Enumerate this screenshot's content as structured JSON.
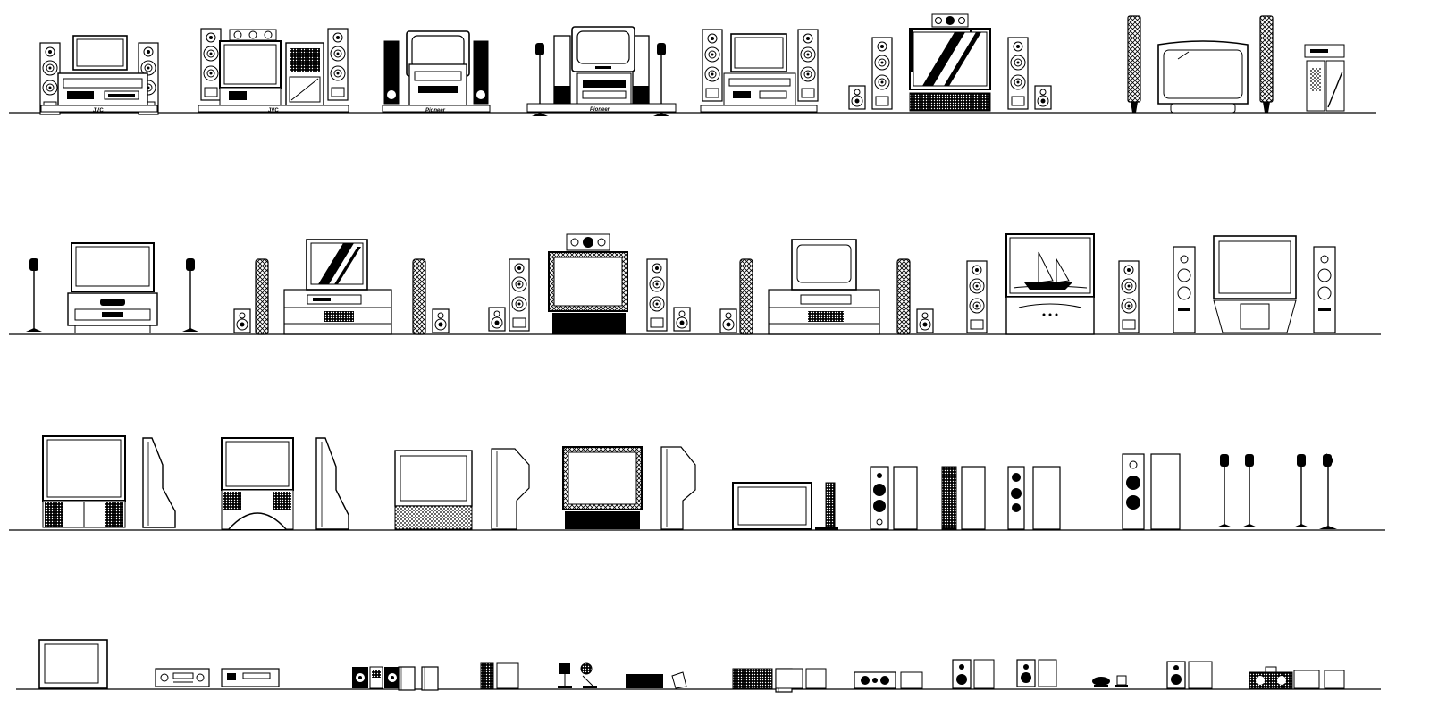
{
  "sheet": {
    "background": "#ffffff",
    "ink": "#000000",
    "brand_labels": [
      "JVC",
      "JVC",
      "Pioneer",
      "Pioneer"
    ]
  }
}
